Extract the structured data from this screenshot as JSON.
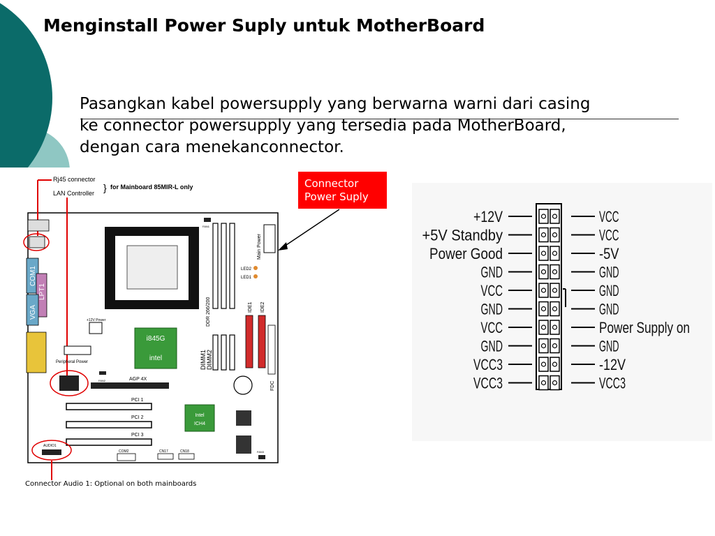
{
  "slide": {
    "title": "Menginstall Power Suply untuk MotherBoard",
    "body_lines": [
      "Pasangkan kabel powersupply yang berwarna warni dari casing",
      "ke connector powersupply yang tersedia pada MotherBoard,",
      "dengan cara menekanconnector."
    ],
    "callout": {
      "line1": "Connector",
      "line2": "Power Suply"
    },
    "colors": {
      "accent_dark": "#0b6b69",
      "accent_light": "#8fc7c3",
      "callout_bg": "#ff0000",
      "marker": "#e00000"
    }
  },
  "motherboard": {
    "rj45_label": "Rj45 connector",
    "lan_label": "LAN Controller",
    "mainboard_note": "for Mainboard 85MIR-L only",
    "com1": "COM1",
    "lpt1": "LPT1",
    "vga": "VGA",
    "chip_north_line1": "i845G",
    "chip_north_line2": "intel",
    "chip_south_line1": "Intel",
    "chip_south_line2": "ICH4",
    "agp": "AGP 4X",
    "pci1": "PCI 1",
    "pci2": "PCI 2",
    "pci3": "PCI 3",
    "dimm1": "DIMM1",
    "dimm2": "DIMM2",
    "ddr": "DDR 266/200",
    "ide1": "IDE1",
    "ide2": "IDE2",
    "fdc": "FDC",
    "main_power": "Main Power",
    "peripheral_power": "Peripheral Power",
    "plus12v_power": "+12V Power",
    "audio1": "AUDIO1",
    "led2": "LED2",
    "led1": "LED1",
    "cn17": "CN17",
    "cn18": "CN18",
    "com2": "COM2",
    "fan1": "FAN1",
    "fan2": "FAN2",
    "fan3": "FAN3",
    "caption": "Connector Audio 1: Optional on both mainboards"
  },
  "atx_pinout": {
    "left": [
      "+12V",
      "+5V Standby",
      "Power Good",
      "GND",
      "VCC",
      "GND",
      "VCC",
      "GND",
      "VCC3",
      "VCC3"
    ],
    "right": [
      "VCC",
      "VCC",
      "-5V",
      "GND",
      "GND",
      "GND",
      "Power Supply on",
      "GND",
      "-12V",
      "VCC3"
    ]
  }
}
